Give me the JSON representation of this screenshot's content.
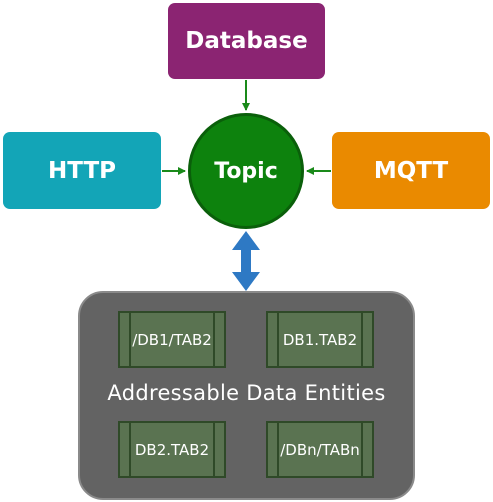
{
  "nodes": {
    "database": "Database",
    "http": "HTTP",
    "mqtt": "MQTT",
    "topic": "Topic"
  },
  "container": {
    "label": "Addressable Data Entities",
    "entities": [
      "/DB1/TAB2",
      "DB1.TAB2",
      "DB2.TAB2",
      "/DBn/TABn"
    ]
  },
  "colors": {
    "database": "#8b2472",
    "http": "#13a5b7",
    "mqtt": "#ea8a00",
    "topic": "#0d820d",
    "arrow_green": "#1a8a1a",
    "arrow_blue": "#2e79c4",
    "container": "#636363",
    "entity": "#5a7351"
  }
}
